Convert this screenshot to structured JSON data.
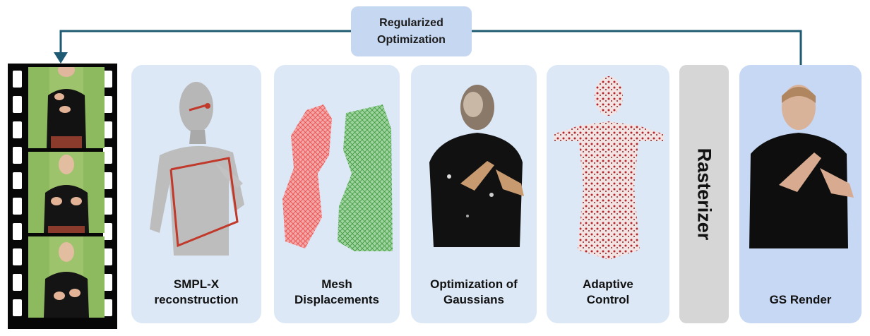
{
  "top_box": {
    "line1": "Regularized",
    "line2": "Optimization"
  },
  "panels": [
    {
      "line1": "SMPL-X",
      "line2": "reconstruction"
    },
    {
      "line1": "Mesh",
      "line2": "Displacements"
    },
    {
      "line1": "Optimization of",
      "line2": "Gaussians"
    },
    {
      "line1": "Adaptive",
      "line2": "Control"
    }
  ],
  "rasterizer": "Rasterizer",
  "render_panel": {
    "label": "GS Render"
  },
  "colors": {
    "panel_bg": "#dce8f6",
    "render_bg": "#c7d8f4",
    "top_box_bg": "#c6d7f2",
    "rasterizer_bg": "#d6d6d6",
    "arrow": "#1f5a73",
    "film": "#070707",
    "green_screen": "#8dba5f",
    "mesh_red": "#e84c4c",
    "mesh_green": "#3f9a3f"
  },
  "icons": [
    "film-strip-icon",
    "smplx-body-icon",
    "mesh-displacement-icon",
    "gaussian-body-icon",
    "adaptive-control-icon",
    "signer-render-icon",
    "feedback-arrow-icon"
  ]
}
